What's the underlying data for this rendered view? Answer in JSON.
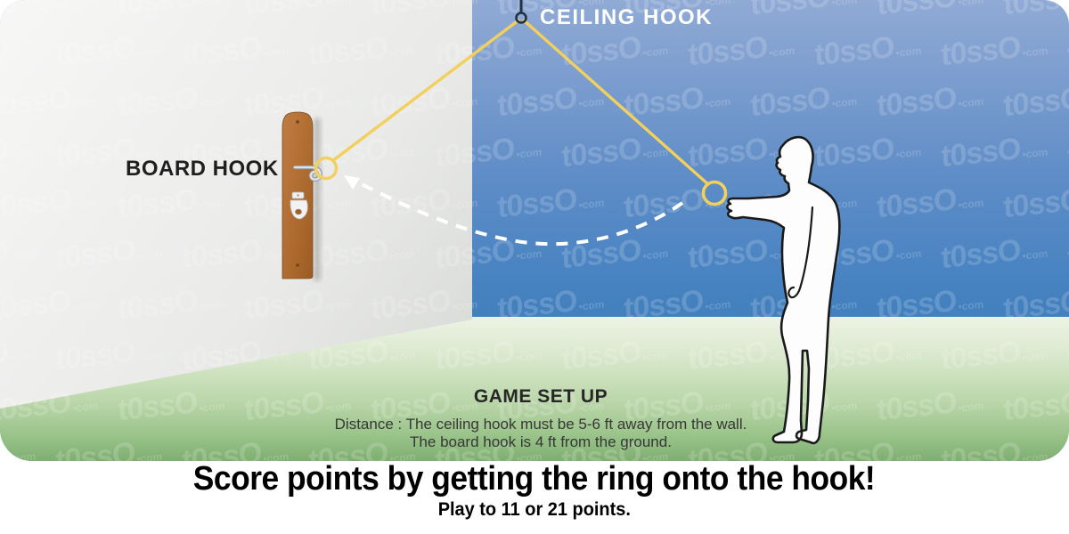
{
  "scene": {
    "ceiling_hook_label": "CEILING HOOK",
    "board_hook_label": "BOARD HOOK",
    "game_setup": {
      "title": "GAME SET UP",
      "line1": "Distance : The ceiling hook must be 5-6 ft away from the wall.",
      "line2": "The board hook is 4 ft from the ground."
    },
    "watermark": {
      "text": "t0ssO",
      "suffix": "•com"
    }
  },
  "caption": {
    "headline": "Score points by getting the ring onto the hook!",
    "subline": "Play to 11 or 21 points."
  },
  "colors": {
    "string_yellow": "#f2d05e",
    "wall_blue": "#4a84c2",
    "floor_green": "#7fae71",
    "side_wall_gray": "#c9ccc7",
    "board_brown": "#b06f35",
    "arrow_white": "#ffffff",
    "caption_black": "#000000"
  }
}
